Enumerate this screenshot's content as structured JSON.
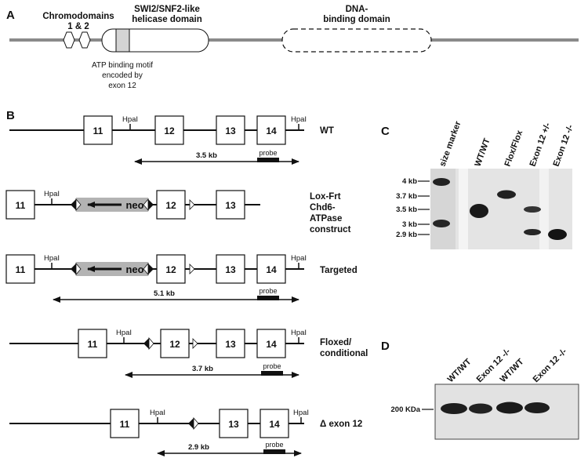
{
  "panel_a": {
    "letter": "A",
    "chromo_label": [
      "Chromodomains",
      "1 & 2"
    ],
    "helicase_label": [
      "SWI2/SNF2-like",
      "helicase domain"
    ],
    "dna_label": [
      "DNA-",
      "binding domain"
    ],
    "atp_label": [
      "ATP binding motif",
      "encoded by",
      "exon 12"
    ]
  },
  "panel_b": {
    "letter": "B",
    "wt": {
      "label": "WT",
      "exons": [
        "11",
        "12",
        "13",
        "14"
      ],
      "site": "HpaI",
      "site2": "HpaI",
      "size": "3.5 kb",
      "probe": "probe"
    },
    "construct": {
      "label": [
        "Lox-Frt",
        "Chd6-",
        "ATPase",
        "construct"
      ],
      "exons": [
        "11",
        "12",
        "13"
      ],
      "site": "HpaI",
      "neo": "neo"
    },
    "targeted": {
      "label": "Targeted",
      "exons": [
        "11",
        "12",
        "13",
        "14"
      ],
      "site": "HpaI",
      "site2": "HpaI",
      "neo": "neo",
      "size": "5.1 kb",
      "probe": "probe"
    },
    "floxed": {
      "label": [
        "Floxed/",
        "conditional"
      ],
      "exons": [
        "11",
        "12",
        "13",
        "14"
      ],
      "site": "HpaI",
      "site2": "HpaI",
      "size": "3.7 kb",
      "probe": "probe"
    },
    "delta": {
      "label": "Δ exon 12",
      "exons": [
        "11",
        "13",
        "14"
      ],
      "site": "HpaI",
      "site2": "HpaI",
      "size": "2.9 kb",
      "probe": "probe"
    }
  },
  "panel_c": {
    "letter": "C",
    "lanes": [
      "size marker",
      "WT/WT",
      "Flox/Flox",
      "Exon 12 +/-",
      "Exon 12 -/-"
    ],
    "markers": [
      "4 kb",
      "3.7 kb",
      "3.5 kb",
      "3 kb",
      "2.9 kb"
    ]
  },
  "panel_d": {
    "letter": "D",
    "lanes": [
      "WT/WT",
      "Exon 12 -/-",
      "WT/WT",
      "Exon 12 -/-"
    ],
    "marker": "200 KDa"
  }
}
